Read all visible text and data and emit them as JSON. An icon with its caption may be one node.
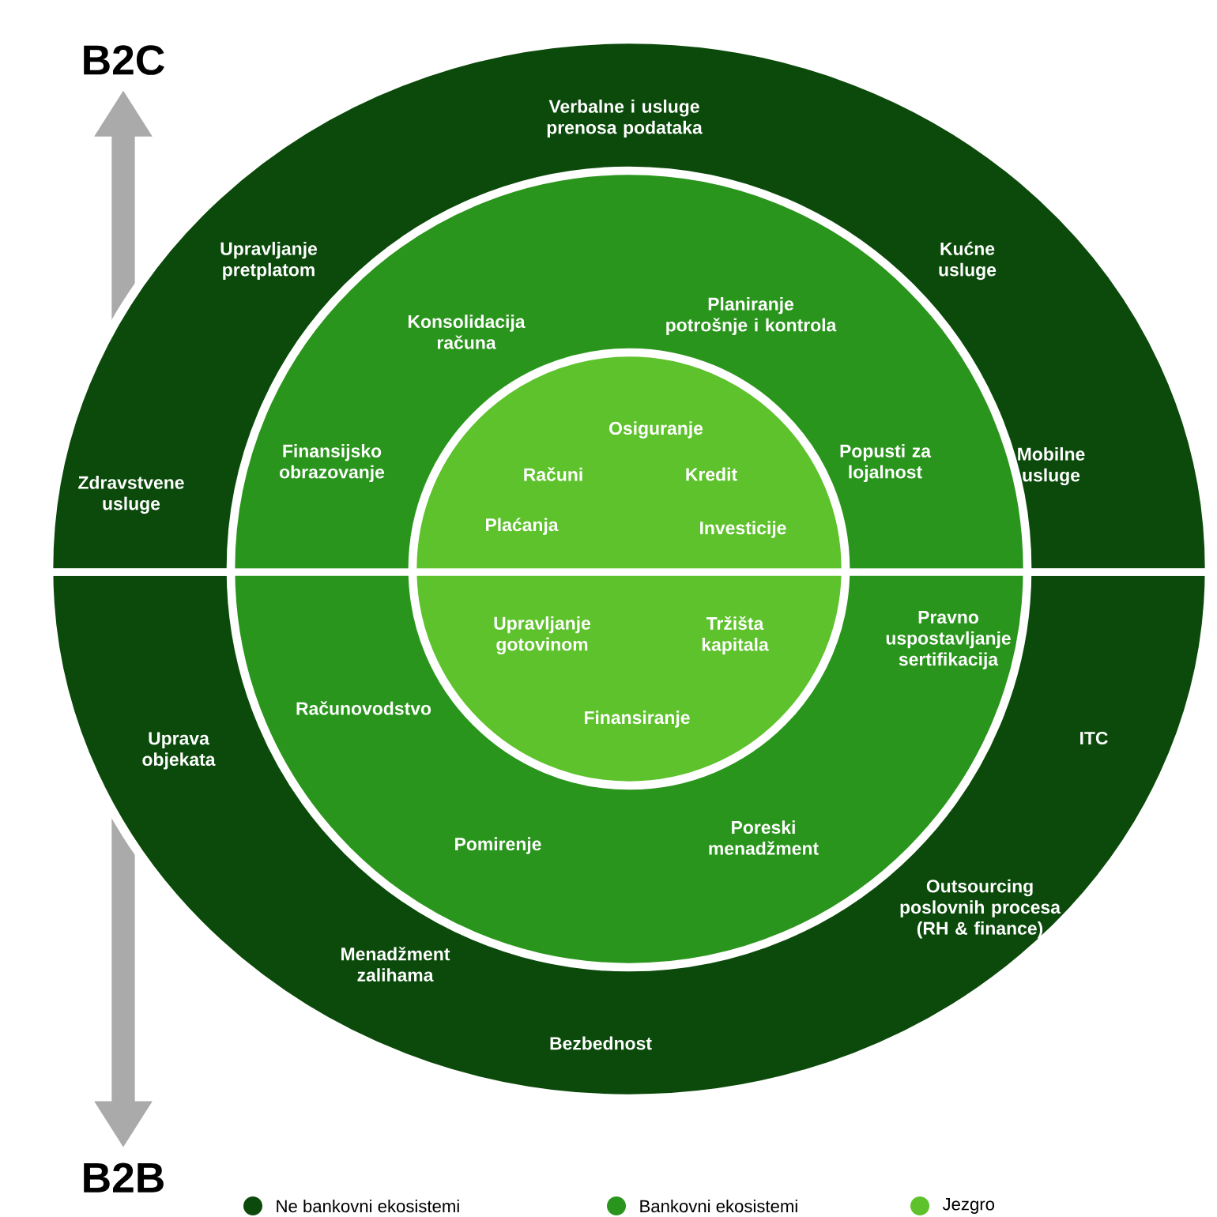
{
  "diagram": {
    "nodes": [
      {
        "text": [
          "Verbalne i usluge prenosa podataka",
          "Upravljanje pretplatom",
          "Kućne usluge",
          "Zdravstvene usluge",
          "Mobilne usluge",
          "Uprava objekata",
          "ITC",
          "Outsourcing poslovnih procesa (RH & finance)",
          "Menadžment zalihama",
          "Bezbednost"
        ]
      },
      {
        "text": [
          "Konsolidacija računa",
          "Planiranje potrošnje i kontrola",
          "Finansijsko obrazovanje",
          "Popusti za lojalnost",
          "Računovodstvo",
          "Pravno uspostavljanje sertifikacija",
          "Pomirenje",
          "Poreski menadžment"
        ],
        "in": 0
      },
      {
        "text": [
          "Osiguranje",
          "Računi",
          "Kredit",
          "Plaćanja",
          "Investicije",
          "Upravljanje gotovinom",
          "Tržišta kapitala",
          "Finansiranje"
        ],
        "in": 1
      },
      {
        "text": [
          "B2C"
        ]
      },
      {
        "text": [
          "B2B"
        ]
      }
    ],
    "edges": [
      {
        "from": 3,
        "to": 4,
        "arrow": "both"
      }
    ],
    "legend": [
      {
        "text": "Ne bankovni ekosistemi",
        "color": "#0b4a0b"
      },
      {
        "text": "Bankovni ekosistemi",
        "color": "#2a951c"
      },
      {
        "text": "Jezgro",
        "color": "#5ec22c"
      }
    ]
  }
}
